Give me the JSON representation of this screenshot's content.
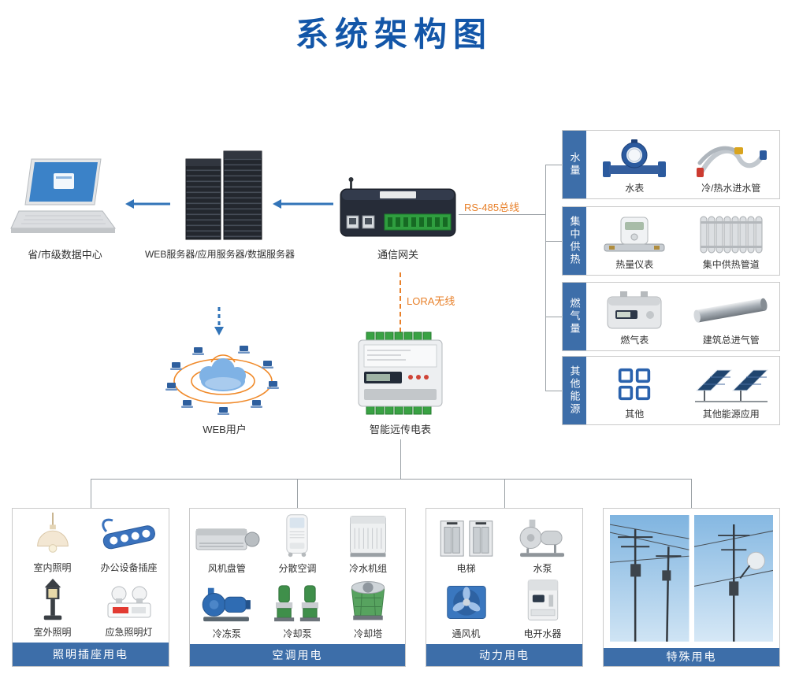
{
  "title": "系统架构图",
  "colors": {
    "title_blue": "#1356a8",
    "panel_blue": "#3d6ea9",
    "orange": "#e8802a",
    "arrow_blue": "#3274b8"
  },
  "flow": {
    "datacenter": "省/市级数据中心",
    "servers": "WEB服务器/应用服务器/数据服务器",
    "gateway": "通信网关",
    "rs485": "RS-485总线",
    "lora": "LORA无线",
    "web_users": "WEB用户",
    "meter": "智能远传电表"
  },
  "right_panels": [
    {
      "tab": "水量",
      "item1": "水表",
      "item2": "冷/热水进水管"
    },
    {
      "tab": "集中供热",
      "item1": "热量仪表",
      "item2": "集中供热管道"
    },
    {
      "tab": "燃气量",
      "item1": "燃气表",
      "item2": "建筑总进气管"
    },
    {
      "tab": "其他能源",
      "item1": "其他",
      "item2": "其他能源应用"
    }
  ],
  "bottom_panels": [
    {
      "footer": "照明插座用电",
      "items": [
        "室内照明",
        "办公设备插座",
        "室外照明",
        "应急照明灯"
      ]
    },
    {
      "footer": "空调用电",
      "items": [
        "风机盘管",
        "分散空调",
        "冷水机组",
        "冷冻泵",
        "冷却泵",
        "冷却塔"
      ]
    },
    {
      "footer": "动力用电",
      "items": [
        "电梯",
        "水泵",
        "通风机",
        "电开水器"
      ]
    },
    {
      "footer": "特殊用电",
      "items": []
    }
  ]
}
